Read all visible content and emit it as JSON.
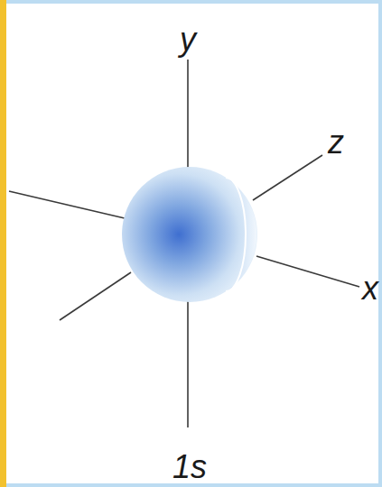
{
  "diagram": {
    "labels": [
      "y",
      "z",
      "x",
      "1s"
    ]
  }
}
